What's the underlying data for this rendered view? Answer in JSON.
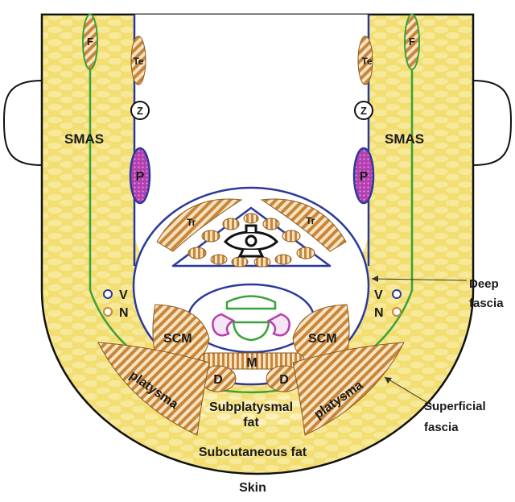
{
  "labels": {
    "F": "F",
    "Te": "Te",
    "Z": "Z",
    "SMAS": "SMAS",
    "P": "P",
    "Tr": "Tr",
    "V": "V",
    "N": "N",
    "SCM": "SCM",
    "M": "M",
    "D": "D",
    "platysma": "platysma",
    "subplatysmal_line1": "Subplatysmal",
    "subplatysmal_line2": "fat",
    "subcutaneous": "Subcutaneous  fat",
    "skin": "Skin",
    "deep_line1": "Deep",
    "deep_line2": "fascia",
    "superficial_line1": "Superficial",
    "superficial_line2": "fascia"
  },
  "colors": {
    "fat": "#f3e07a",
    "fat_light": "#fbf3b8",
    "muscle_stripe": "#c9863a",
    "muscle_bg": "#f6e2c0",
    "parotid": "#b43fb0",
    "deep_fascia": "#2b3a9a",
    "superficial_fascia": "#3aa23a",
    "skin": "#111111",
    "vein": "#2b3a9a",
    "nerve": "#c9863a"
  }
}
